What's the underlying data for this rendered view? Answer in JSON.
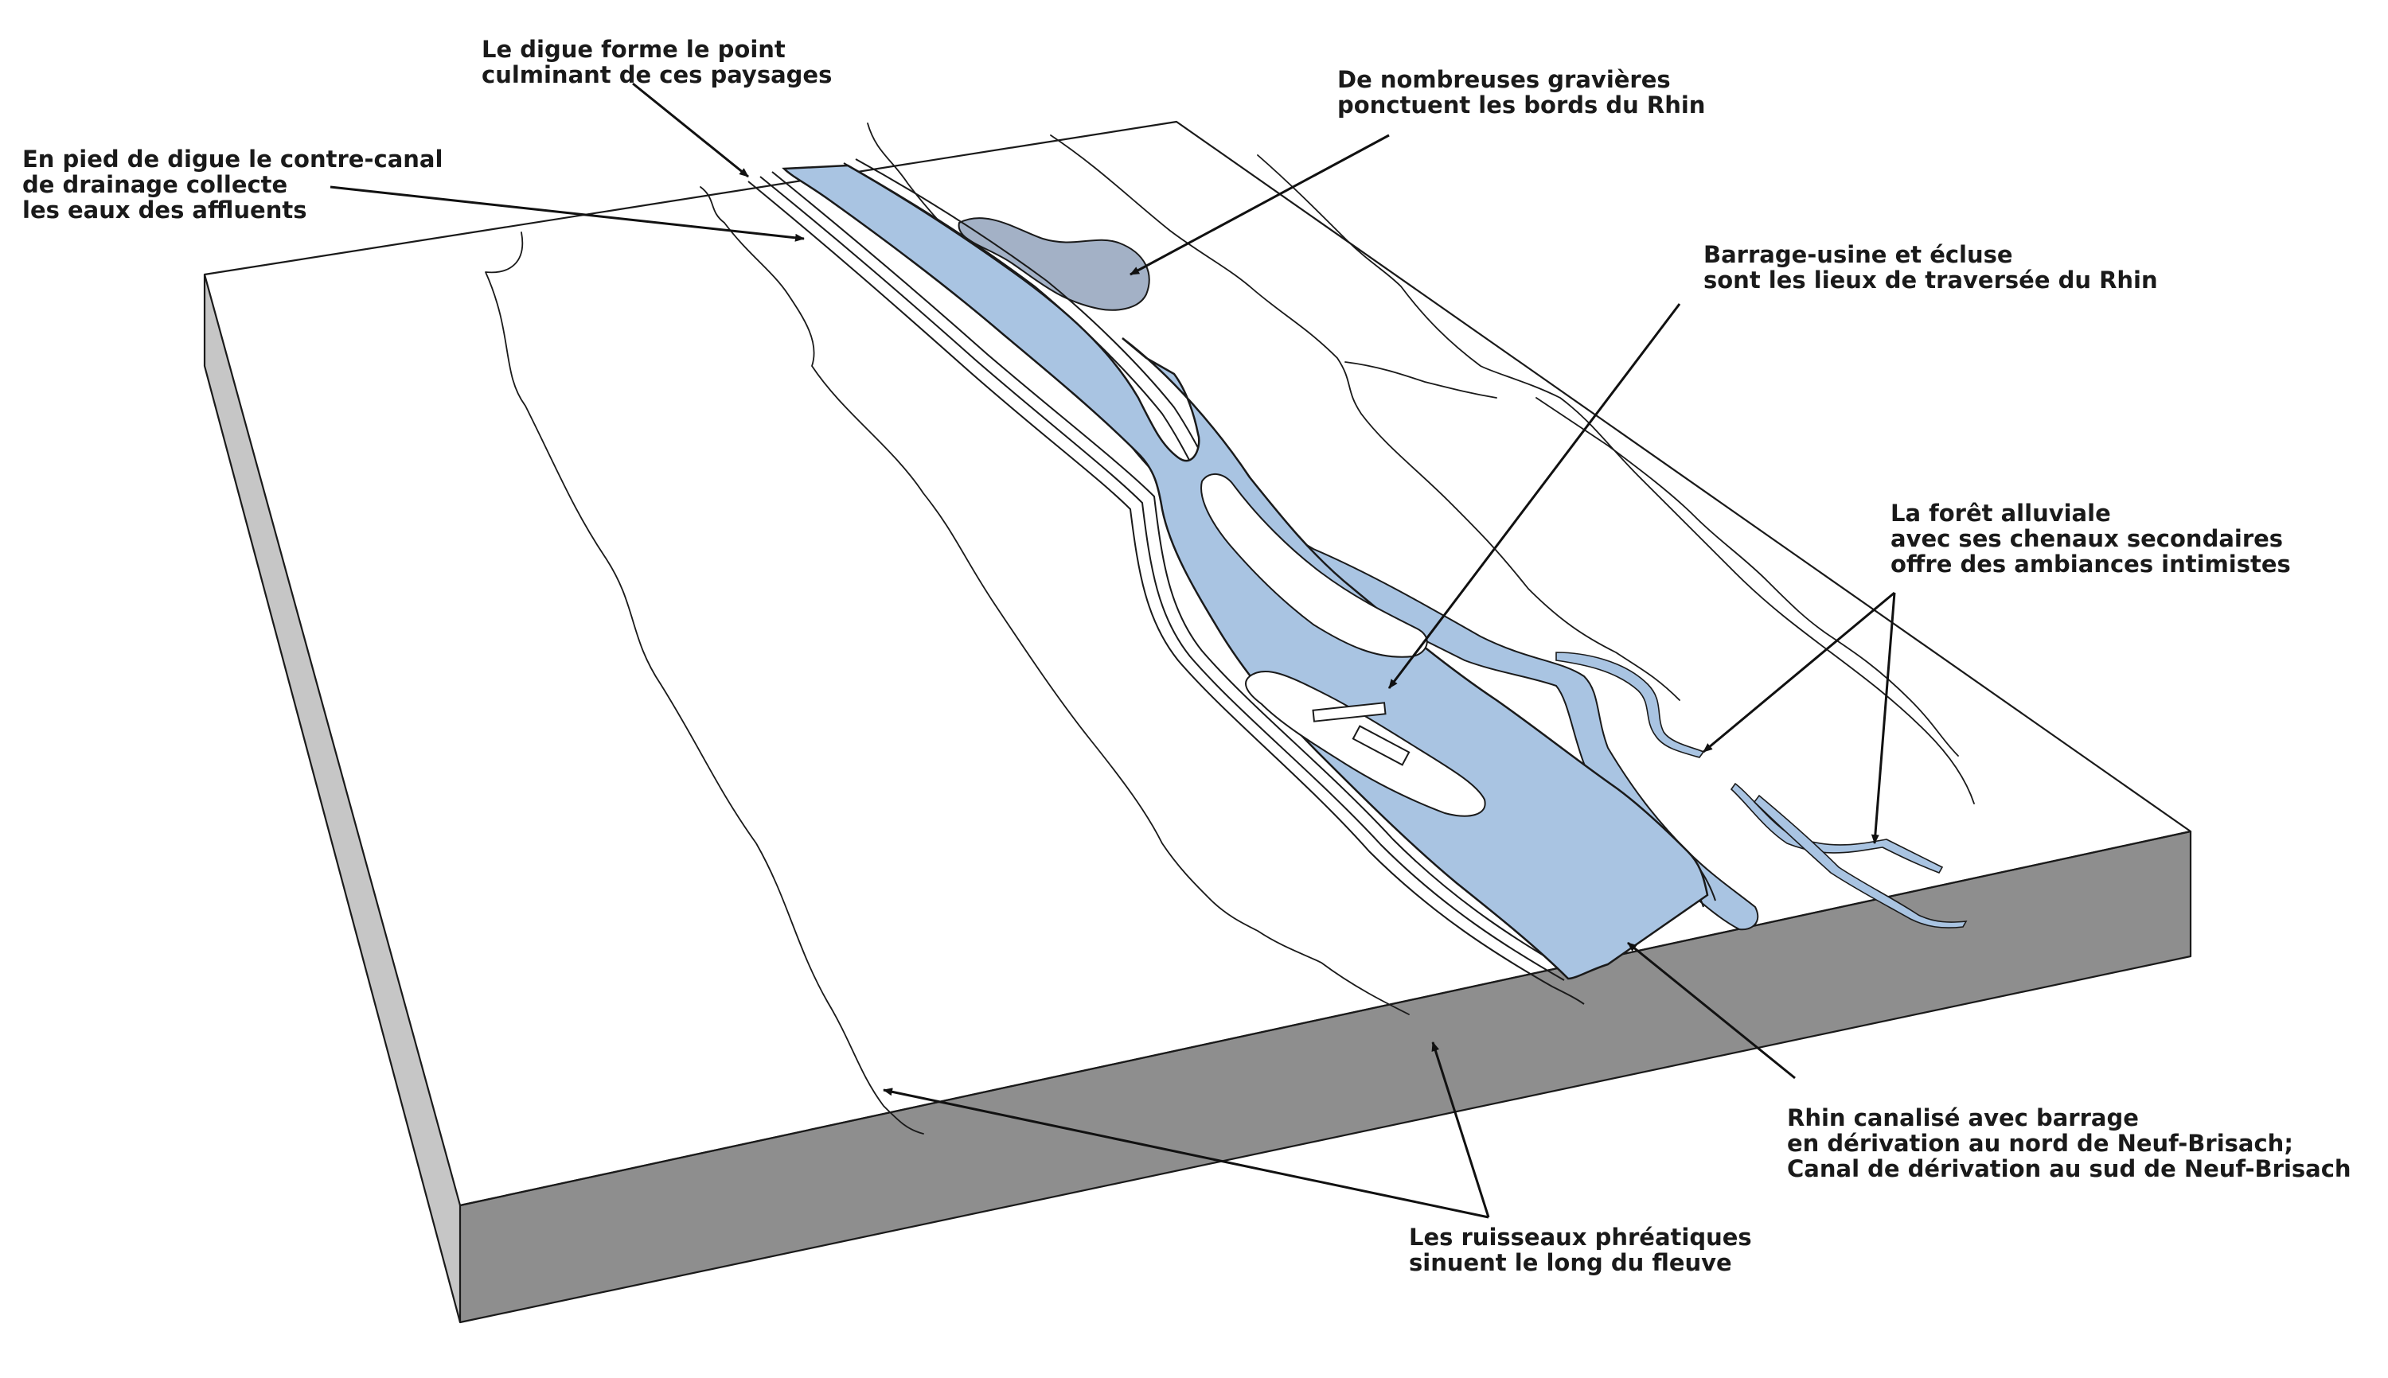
{
  "colors": {
    "water": "#a9c4e2",
    "gravel_pit": "#a3b1c6",
    "ground": "#ffffff",
    "slab_front": "#8e8e8e",
    "slab_side": "#c6c6c6",
    "line": "#1a1a1a"
  },
  "annotations": {
    "digue_point": [
      "Le digue forme le point",
      "culminant de ces paysages"
    ],
    "contre_canal": [
      "En pied de digue le contre-canal",
      "de drainage  collecte",
      "les eaux des affluents"
    ],
    "gravieres": [
      "De nombreuses gravières",
      "ponctuent les bords du Rhin"
    ],
    "barrage_usine": [
      "Barrage-usine et écluse",
      "sont les lieux de traversée du Rhin"
    ],
    "foret_alluviale": [
      "La forêt alluviale",
      "avec ses chenaux secondaires",
      "offre des ambiances intimistes"
    ],
    "rhin_canalise": [
      "Rhin canalisé avec barrage",
      "en dérivation au nord de Neuf-Brisach;",
      "Canal de dérivation au sud de Neuf-Brisach"
    ],
    "ruisseaux": [
      "Les ruisseaux phréatiques",
      "sinuent le long du fleuve"
    ]
  }
}
